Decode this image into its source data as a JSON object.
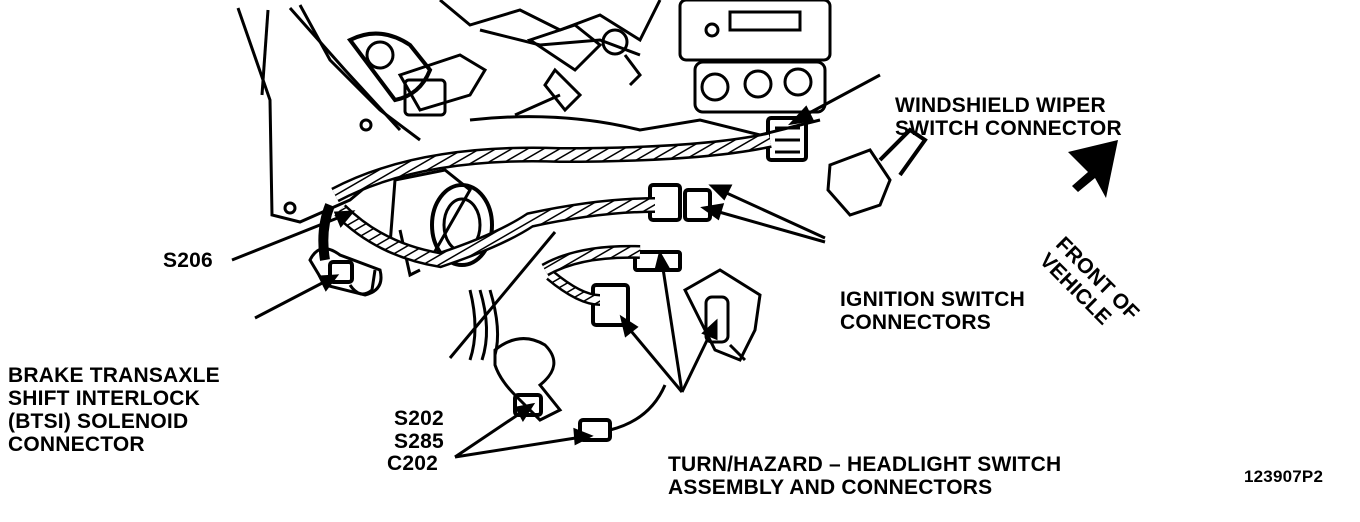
{
  "labels": {
    "wiper": [
      "WINDSHIELD WIPER",
      "SWITCH CONNECTOR"
    ],
    "ignition": [
      "IGNITION SWITCH",
      "CONNECTORS"
    ],
    "turn": [
      "TURN/HAZARD – HEADLIGHT SWITCH",
      "ASSEMBLY AND CONNECTORS"
    ],
    "s206": "S206",
    "btsi": [
      "BRAKE TRANSAXLE",
      "SHIFT INTERLOCK",
      "(BTSI) SOLENOID",
      "CONNECTOR"
    ],
    "s202": "S202",
    "s285": "S285",
    "c202": "C202",
    "front": [
      "FRONT OF",
      "VEHICLE"
    ],
    "figure_id": "123907P2"
  }
}
